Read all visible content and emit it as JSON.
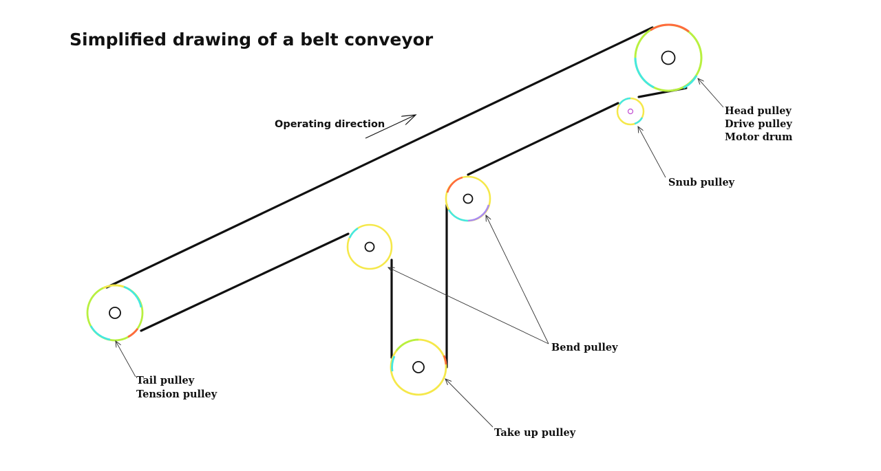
{
  "title": "Simplified drawing of a belt conveyor",
  "direction_label": "Operating direction",
  "labels": {
    "head": [
      "Head pulley",
      "Drive pulley",
      "Motor drum"
    ],
    "snub": [
      "Snub pulley"
    ],
    "bend": [
      "Bend pulley"
    ],
    "take_up": [
      "Take up pulley"
    ],
    "tail": [
      "Tail pulley",
      "Tension pulley"
    ]
  },
  "colors": {
    "belt": "#111111",
    "pulley_rim": [
      "#b8f040",
      "#45e8e0",
      "#f5e84a",
      "#a98bf0",
      "#ff6a3d"
    ],
    "snub_axle": "#c04ad0"
  }
}
